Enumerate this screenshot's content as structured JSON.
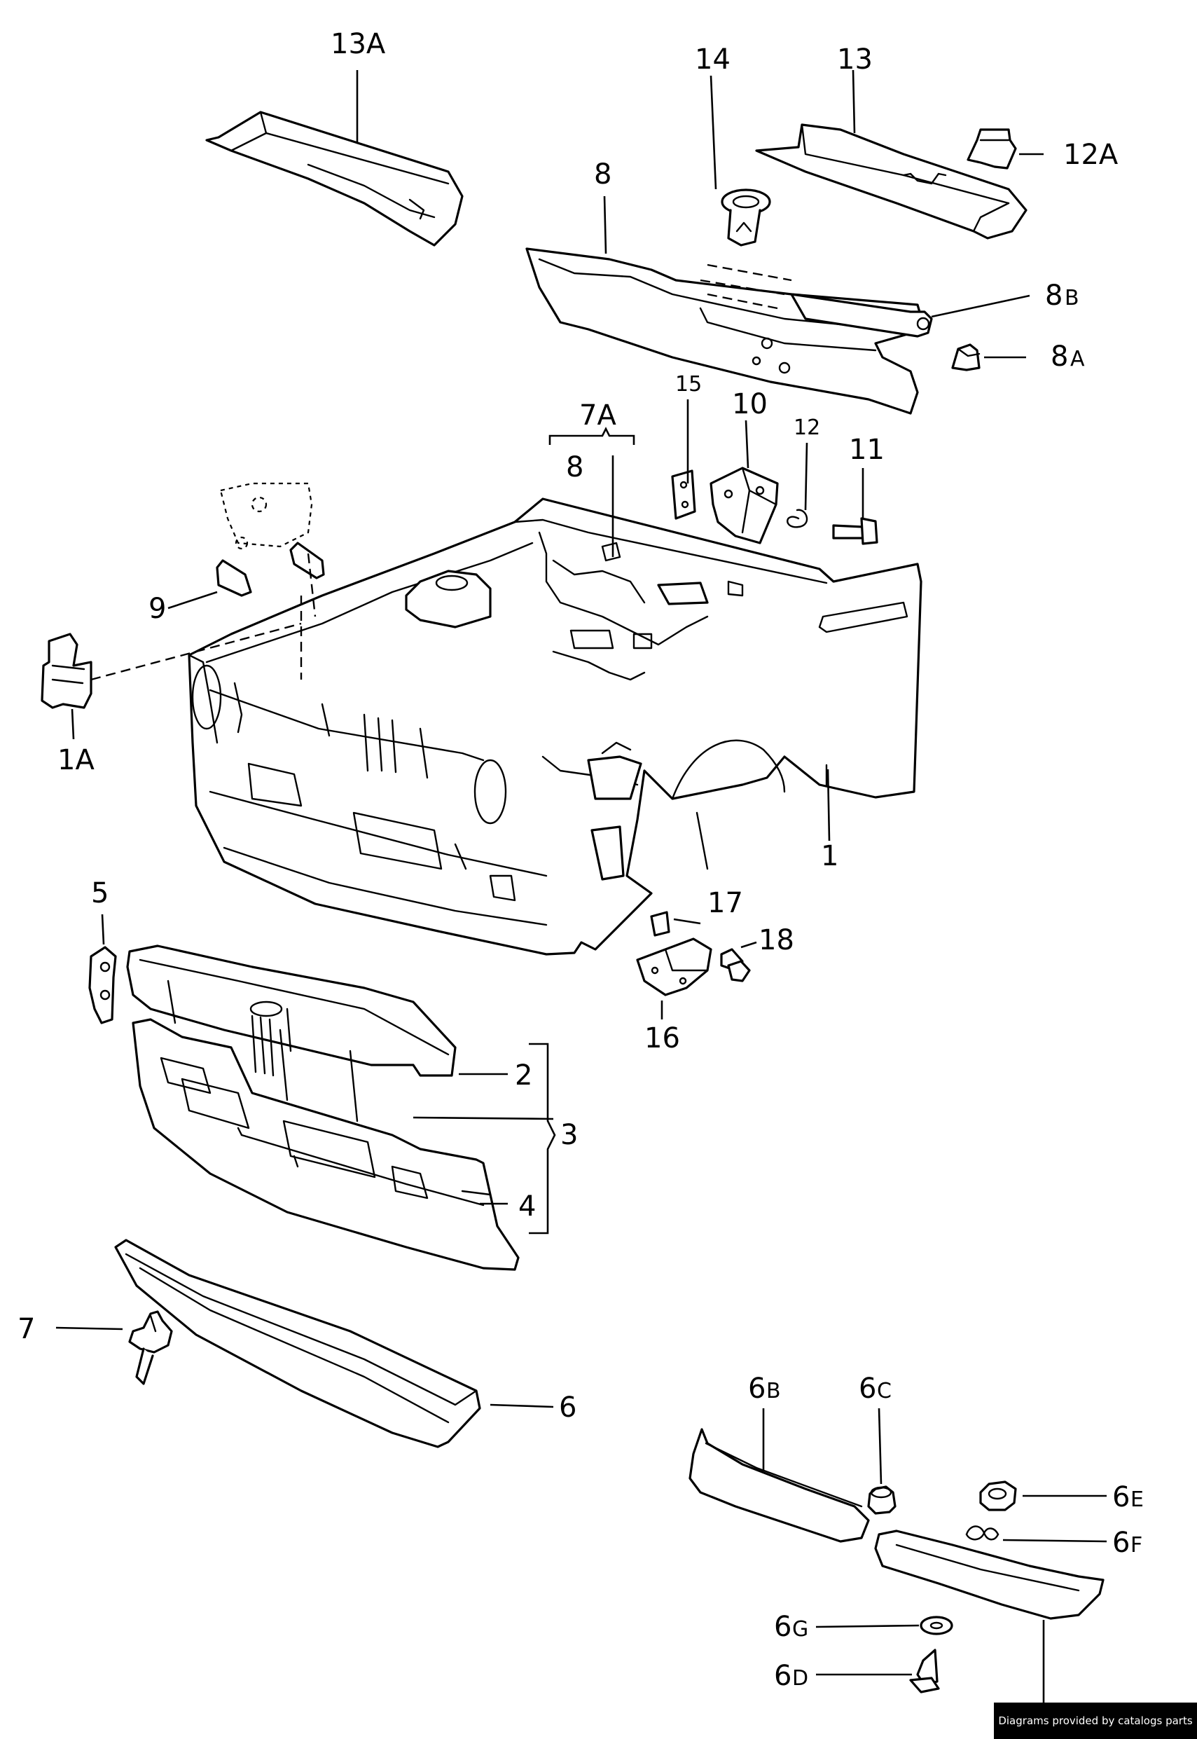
{
  "diagram": {
    "labels": {
      "l13A": "13A",
      "l14": "14",
      "l13": "13",
      "l12A": "12A",
      "l8top": "8",
      "l8B_num": "8",
      "l8B_let": "B",
      "l8A_num": "8",
      "l8A_let": "A",
      "l7A": "7A",
      "l7A_8": "8",
      "l15": "15",
      "l10": "10",
      "l12": "12",
      "l11": "11",
      "l9": "9",
      "l1A": "1A",
      "l1": "1",
      "l5": "5",
      "l17": "17",
      "l18": "18",
      "l16": "16",
      "l2": "2",
      "l3": "3",
      "l4": "4",
      "l7": "7",
      "l6": "6",
      "l6B_num": "6",
      "l6B_let": "B",
      "l6C_num": "6",
      "l6C_let": "C",
      "l6E_num": "6",
      "l6E_let": "E",
      "l6F_num": "6",
      "l6F_let": "F",
      "l6G_num": "6",
      "l6G_let": "G",
      "l6D_num": "6",
      "l6D_let": "D"
    },
    "credit": "Diagrams provided by catalogs parts"
  }
}
